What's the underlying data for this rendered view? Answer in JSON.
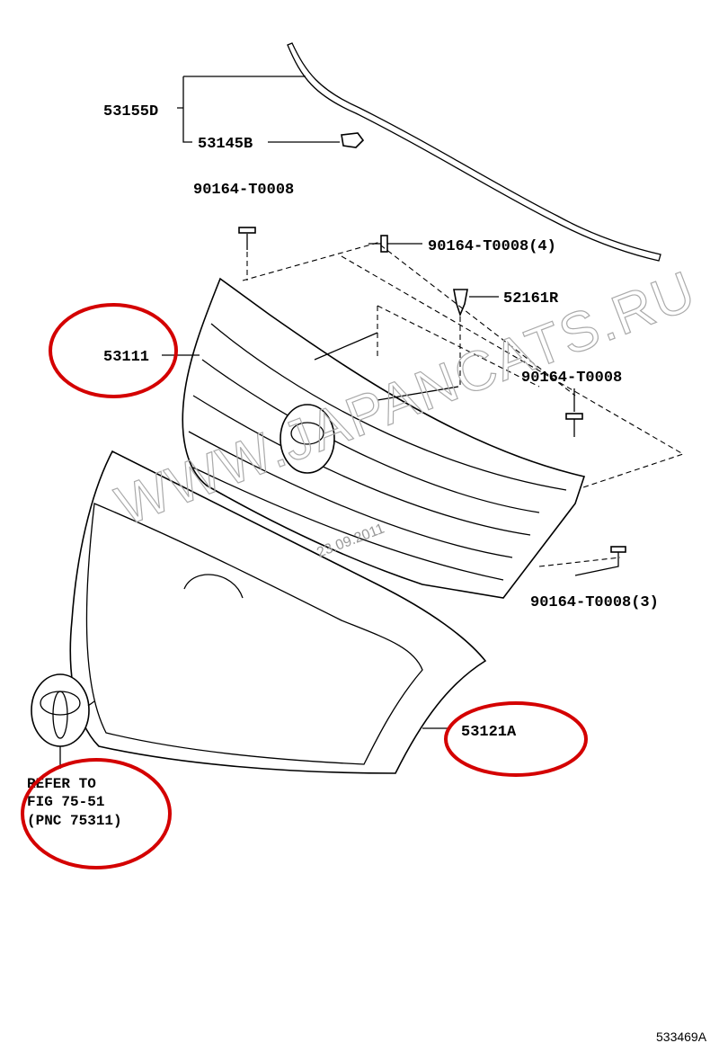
{
  "labels": {
    "p53155D": "53155D",
    "p53145B": "53145B",
    "p90164_top": "90164-T0008",
    "p90164_4": "90164-T0008(4)",
    "p52161R": "52161R",
    "p53111": "53111",
    "p90164_right": "90164-T0008",
    "p90164_3": "90164-T0008(3)",
    "p53121A": "53121A"
  },
  "reference": {
    "line1": "REFER TO",
    "line2": "FIG 75-51",
    "line3": "(PNC 75311)"
  },
  "watermark": "WWW.JAPANCATS.RU",
  "date_stamp": "23.09.2011",
  "diagram_code": "533469A",
  "colors": {
    "highlight": "#d40000",
    "ink": "#000000"
  }
}
